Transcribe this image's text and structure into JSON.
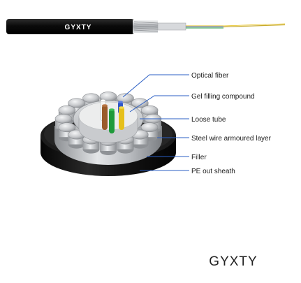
{
  "cable_print": "GYXTY",
  "caption": "GYXTY",
  "labels": [
    "Optical fiber",
    "Gel filling compound",
    "Loose tube",
    "Steel wire armoured layer",
    "Filler",
    "PE out sheath"
  ],
  "colors": {
    "leader_line": "#2b5fc4",
    "sheath": "#111111",
    "steel": "#c7c9cc",
    "fiber_blue": "#2f57c9",
    "fiber_yellow": "#e6c01a",
    "fiber_green": "#1f9a3a",
    "fiber_brown": "#9a5b2a",
    "fiber_white": "#f2f2f2"
  }
}
